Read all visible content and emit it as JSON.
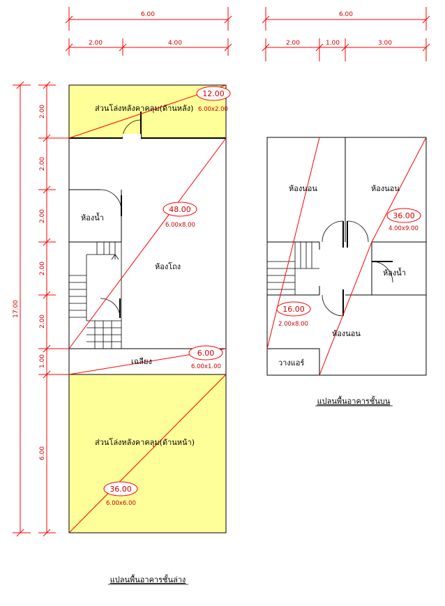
{
  "colors": {
    "dimension": "#cc0000",
    "setback_fill": "#ffff99",
    "wall": "#000000",
    "background": "#ffffff"
  },
  "ground_floor": {
    "title": "แปลนพื้นอาคารชั้นล่าง",
    "width_total": "6.00",
    "width_parts": [
      "2.00",
      "4.00"
    ],
    "depth_total": "17.00",
    "depth_parts": [
      "2.00",
      "2.00",
      "2.00",
      "2.00",
      "2.00",
      "1.00",
      "6.00"
    ],
    "rooms": {
      "rear_setback": "ส่วนโล่งหลังคาคลุม(ด้านหลัง)",
      "bathroom": "ห้องน้ำ",
      "hall": "ห้องโถง",
      "porch": "เฉลียง",
      "front_setback": "ส่วนโล่งหลังคาคลุม(ด้านหน้า)"
    },
    "areas": [
      {
        "value": "12.00",
        "calc": "6.00x2.00"
      },
      {
        "value": "48.00",
        "calc": "6.00x8.00"
      },
      {
        "value": "6.00",
        "calc": "6.00x1.00"
      },
      {
        "value": "36.00",
        "calc": "6.00x6.00"
      }
    ]
  },
  "upper_floor": {
    "title": "แปลนพื้นอาคารชั้นบน",
    "width_total": "6.00",
    "width_parts": [
      "2.00",
      "1.00",
      "3.00"
    ],
    "rooms": {
      "bedroom_1": "ห้องนอน",
      "bedroom_2": "ห้องนอน",
      "bathroom": "ห้องน้ำ",
      "bedroom_3": "ห้องนอน",
      "ac_space": "วางแอร์"
    },
    "areas": [
      {
        "value": "36.00",
        "calc": "4.00x9.00"
      },
      {
        "value": "16.00",
        "calc": "2.00x8.00"
      }
    ]
  }
}
